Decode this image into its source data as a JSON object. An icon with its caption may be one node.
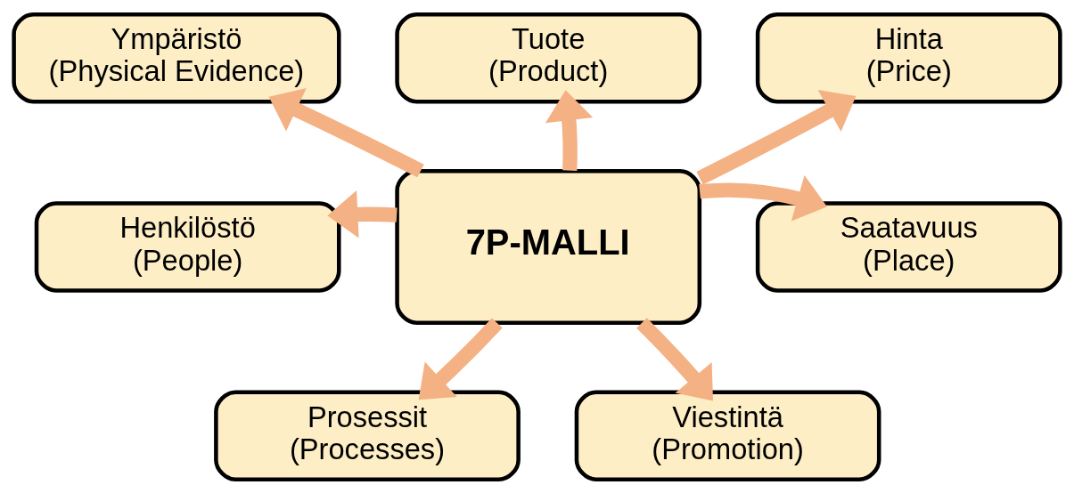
{
  "diagram": {
    "nodes": [
      {
        "text": [
          "Tuote (Product)"
        ]
      },
      {
        "text": [
          "Ympäristö (Physical Evidence)"
        ]
      },
      {
        "text": [
          "Hinta (Price)"
        ]
      },
      {
        "text": [
          "Henkilöstö (People)"
        ]
      },
      {
        "text": [
          "7P-MALLI"
        ]
      },
      {
        "text": [
          "Saatavuus (Place)"
        ]
      },
      {
        "text": [
          "Prosessit (Processes)"
        ]
      },
      {
        "text": [
          "Viestintä (Promotion)"
        ]
      }
    ],
    "edges": [
      {
        "from": 4,
        "to": 0,
        "arrow": "to"
      },
      {
        "from": 4,
        "to": 1,
        "arrow": "to"
      },
      {
        "from": 4,
        "to": 2,
        "arrow": "to"
      },
      {
        "from": 4,
        "to": 3,
        "arrow": "to"
      },
      {
        "from": 4,
        "to": 5,
        "arrow": "to"
      },
      {
        "from": 4,
        "to": 6,
        "arrow": "to"
      },
      {
        "from": 4,
        "to": 7,
        "arrow": "to"
      }
    ]
  }
}
